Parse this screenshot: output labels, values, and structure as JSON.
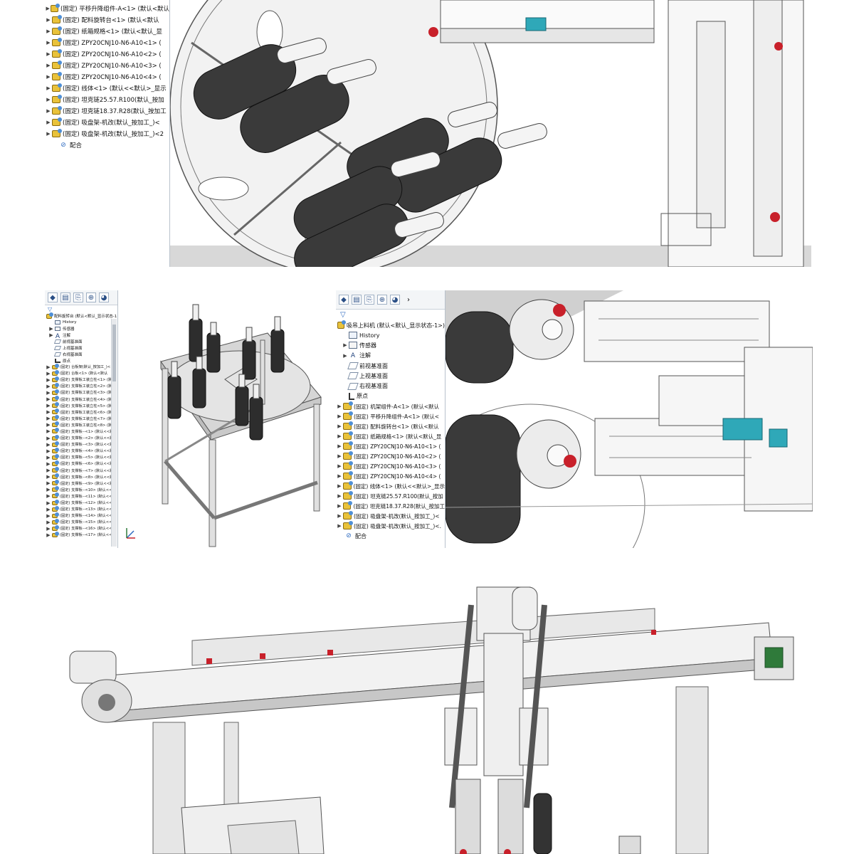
{
  "panel1": {
    "tree_rows": [
      {
        "label": "(固定) 平移升降组件-A<1> (默认<默认",
        "icon": "part-icon"
      },
      {
        "label": "(固定) 配料旋转台<1> (默认<默认",
        "icon": "part-icon"
      },
      {
        "label": "(固定) 纸箱规格<1> (默认<默认_显",
        "icon": "part-icon"
      },
      {
        "label": "(固定) ZPY20CNJ10-N6-A10<1> (",
        "icon": "part-icon"
      },
      {
        "label": "(固定) ZPY20CNJ10-N6-A10<2> (",
        "icon": "part-icon"
      },
      {
        "label": "(固定) ZPY20CNJ10-N6-A10<3> (",
        "icon": "part-icon"
      },
      {
        "label": "(固定) ZPY20CNJ10-N6-A10<4> (",
        "icon": "part-icon"
      },
      {
        "label": "(固定) 线体<1> (默认<<默认>_显示",
        "icon": "part-icon"
      },
      {
        "label": "(固定) 坦克链25.57.R100(默认_按加",
        "icon": "part-icon"
      },
      {
        "label": "(固定) 坦克链18.37.R28(默认_按加工",
        "icon": "part-icon"
      },
      {
        "label": "(固定) 吸盘架-机改(默认_按加工_)<",
        "icon": "part-icon"
      },
      {
        "label": "(固定) 吸盘架-机改(默认_按加工_)<2",
        "icon": "part-icon"
      }
    ],
    "mates_label": "配合"
  },
  "panel2": {
    "root_label": "配料旋转台 (默认<默认_显示状态-1",
    "items": [
      {
        "label": "History"
      },
      {
        "label": "传感器"
      },
      {
        "label": "注解"
      },
      {
        "label": "前视基准面"
      },
      {
        "label": "上视基准面"
      },
      {
        "label": "右视基准面"
      },
      {
        "label": "原点"
      }
    ],
    "parts": [
      "(固定) 台板架(默认_按加工_)<",
      "(固定) 台板<1> (默认<默认",
      "(固定) 支撑板工装立柱<1> (默认",
      "(固定) 支撑板工装立柱<2> (默认",
      "(固定) 支撑板工装立柱<3> (默认",
      "(固定) 支撑板工装立柱<4> (默认",
      "(固定) 支撑板工装立柱<5> (默认",
      "(固定) 支撑板工装立柱<6> (默认",
      "(固定) 支撑板工装立柱<7> (默认",
      "(固定) 支撑板工装立柱<8> (默认",
      "(固定) 支撑板--<1> (默认<<默",
      "(固定) 支撑板--<2> (默认<<默",
      "(固定) 支撑板--<3> (默认<<默",
      "(固定) 支撑板--<4> (默认<<默",
      "(固定) 支撑板--<5> (默认<<默",
      "(固定) 支撑板--<6> (默认<<默",
      "(固定) 支撑板--<7> (默认<<默",
      "(固定) 支撑板--<8> (默认<<默",
      "(固定) 支撑板--<9> (默认<<默",
      "(固定) 支撑板--<10> (默认<<默",
      "(固定) 支撑板--<11> (默认<<默",
      "(固定) 支撑板--<12> (默认<<默",
      "(固定) 支撑板--<13> (默认<<默",
      "(固定) 支撑板--<14> (默认<<默",
      "(固定) 支撑板--<15> (默认<<默",
      "(固定) 支撑板--<16> (默认<<默",
      "(固定) 支撑板--<17> (默认<<默"
    ]
  },
  "panel3": {
    "root_label": "吸吊上料机 (默认<默认_显示状态-1>)",
    "items": [
      {
        "label": "History"
      },
      {
        "label": "传感器"
      },
      {
        "label": "注解"
      },
      {
        "label": "前视基准面"
      },
      {
        "label": "上视基准面"
      },
      {
        "label": "右视基准面"
      },
      {
        "label": "原点"
      }
    ],
    "parts": [
      "(固定) 机架组件-A<1> (默认<默认",
      "(固定) 平移升降组件-A<1> (默认<",
      "(固定) 配料旋转台<1> (默认<默认",
      "(固定) 纸箱规格<1> (默认<默认_显",
      "(固定) ZPY20CNJ10-N6-A10<1> (",
      "(固定) ZPY20CNJ10-N6-A10<2> (",
      "(固定) ZPY20CNJ10-N6-A10<3> (",
      "(固定) ZPY20CNJ10-N6-A10<4> (",
      "(固定) 线体<1> (默认<<默认>_显示",
      "(固定) 坦克链25.57.R100(默认_按加",
      "(固定) 坦克链18.37.R28(默认_按加工",
      "(固定) 吸盘架-机改(默认_按加工_)<",
      "(固定) 吸盘架-机改(默认_按加工_)<."
    ],
    "mates_label": "配合"
  },
  "colors": {
    "accent_red": "#c8202a",
    "accent_cyan": "#2fa8b8",
    "bearing_green": "#2f7a3a",
    "tree_border": "#b9c2cc"
  }
}
